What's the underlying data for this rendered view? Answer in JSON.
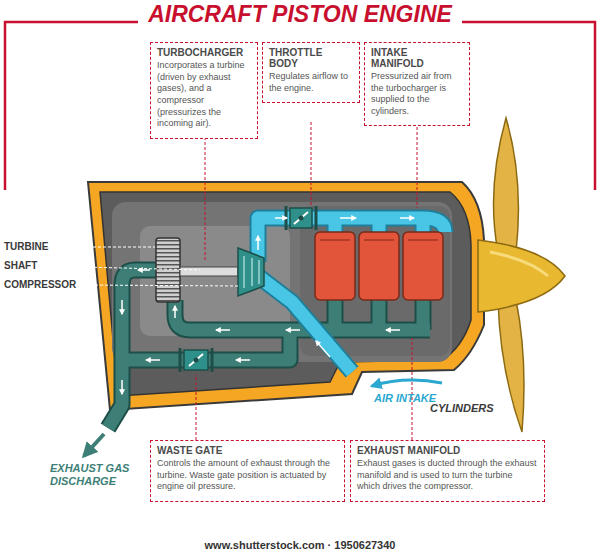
{
  "diagram": {
    "title": "AIRCRAFT PISTON ENGINE",
    "nodes": [
      {
        "text": [
          "TURBOCHARGER",
          "Incorporates a turbine (driven by exhaust gases), and a compressor (pressurizes the incoming air)."
        ]
      },
      {
        "text": [
          "THROTTLE BODY",
          "Regulates airflow to the engine."
        ]
      },
      {
        "text": [
          "INTAKE MANIFOLD",
          "Pressurized air from the turbocharger is supplied to the cylinders."
        ]
      },
      {
        "text": [
          "WASTE GATE",
          "Controls the amount of exhaust through the turbine. Waste gate position is actuated by engine oil pressure."
        ]
      },
      {
        "text": [
          "EXHAUST MANIFOLD",
          "Exhaust gases is ducted through the exhaust manifold and is used to turn the turbine which drives the compressor."
        ]
      }
    ],
    "labels": [
      "TURBINE",
      "SHAFT",
      "COMPRESSOR",
      "AIR INTAKE",
      "CYLINDERS",
      "EXHAUST GAS DISCHARGE",
      "www.shutterstock.com · 1950627340"
    ]
  }
}
